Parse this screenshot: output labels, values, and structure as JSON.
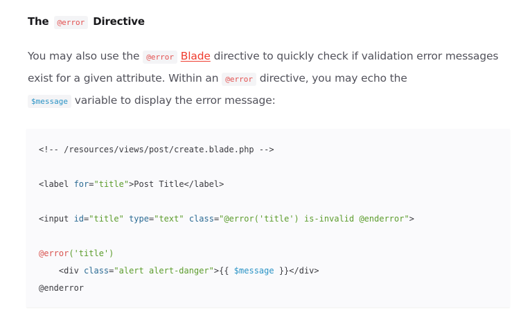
{
  "heading": {
    "prefix": "The",
    "code": "@error",
    "suffix": "Directive"
  },
  "paragraph": {
    "part1": "You may also use the ",
    "code1": "@error",
    "link": "Blade",
    "part2": " directive to quickly check if validation error messages exist for a given attribute. Within an ",
    "code2": "@error",
    "part3": " directive, you may echo the ",
    "code3": "$message",
    "part4": " variable to display the error message:"
  },
  "code_block": {
    "lines": [
      {
        "comment": "<!-- /resources/views/post/create.blade.php -->"
      },
      {
        "blank": ""
      },
      {
        "tag_open": "<label ",
        "attr": "for",
        "eq": "=",
        "str": "\"title\"",
        "rest": ">Post Title</label>"
      },
      {
        "blank": ""
      },
      {
        "tag_open": "<input ",
        "attr1": "id",
        "eq1": "=",
        "str1": "\"title\"",
        "sp1": " ",
        "attr2": "type",
        "eq2": "=",
        "str2": "\"text\"",
        "sp2": " ",
        "attr3": "class",
        "eq3": "=",
        "str3": "\"@error('title') is-invalid @enderror\"",
        "rest": ">"
      },
      {
        "blank": ""
      },
      {
        "dir": "@error",
        "str": "('title')"
      },
      {
        "indent": "    ",
        "tag_open": "<div ",
        "attr": "class",
        "eq": "=",
        "str": "\"alert alert-danger\"",
        "mid": ">{{ ",
        "var": "$message",
        "rest": " }}</div>"
      },
      {
        "plain": "@enderror"
      }
    ]
  },
  "colors": {
    "accent_red": "#ef3b2d",
    "code_red": "#e3504f",
    "code_blue": "#2a93c5",
    "code_green": "#5c9c2c",
    "code_attr": "#2c6b94",
    "code_bg": "#fafafc"
  }
}
